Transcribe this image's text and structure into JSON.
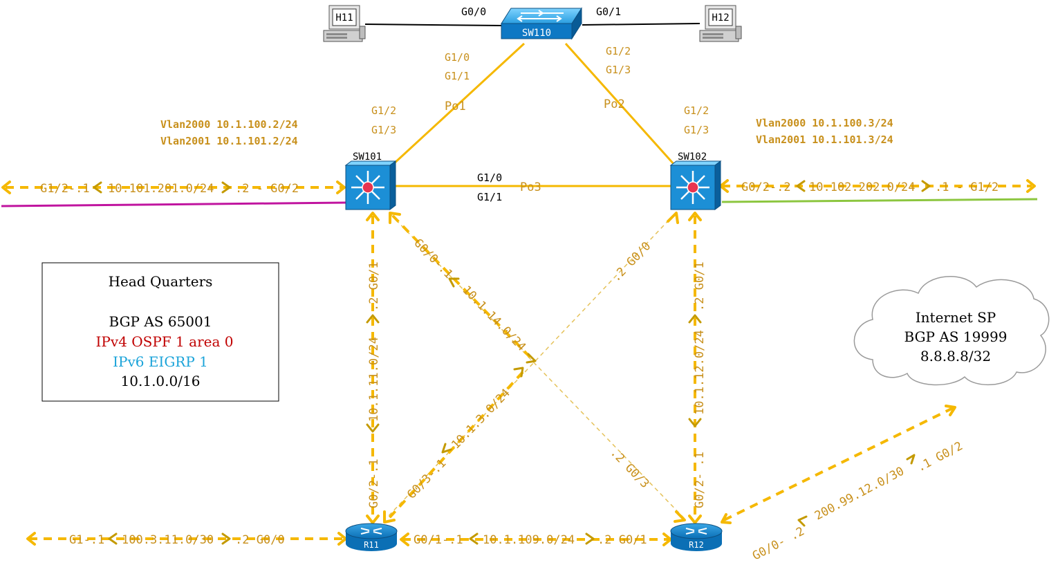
{
  "colors": {
    "link_gold": "#f5b800",
    "label_gold": "#c8901c",
    "arrow_gold": "#c49a00",
    "dash_gold": "#e5c25a",
    "magenta": "#c0149f",
    "green": "#8cc63f",
    "ospf_red": "#c00000",
    "eigrp_blue": "#1aa3d9"
  },
  "devices": {
    "h11": "H11",
    "h12": "H12",
    "sw110": "SW110",
    "sw101": "SW101",
    "sw102": "SW102",
    "r11": "R11",
    "r12": "R12"
  },
  "ports": {
    "sw110_g00": "G0/0",
    "sw110_g01": "G0/1",
    "sw110_g10": "G1/0",
    "sw110_g11": "G1/1",
    "sw110_g12": "G1/2",
    "sw110_g13": "G1/3",
    "po1": "Po1",
    "po2": "Po2",
    "po3": "Po3",
    "sw101_g12": "G1/2",
    "sw101_g13": "G1/3",
    "sw102_g12": "G1/2",
    "sw102_g13": "G1/3",
    "po3_g10": "G1/0",
    "po3_g11": "G1/1"
  },
  "vlans": {
    "sw101_v2000": "Vlan2000 10.1.100.2/24",
    "sw101_v2001": "Vlan2001 10.1.101.2/24",
    "sw102_v2000": "Vlan2000 10.1.100.3/24",
    "sw102_v2001": "Vlan2001 10.1.101.3/24"
  },
  "links": {
    "sw101_left": {
      "a": "G1/2-.1",
      "net": "10.101.201.0/24",
      "b": ".2 - G0/2"
    },
    "sw102_right": {
      "a": "G0/2-.2",
      "net": "10.102.202.0/24",
      "b": ".1 - G1/2"
    },
    "sw101_r11": {
      "top": ".2 G0/1",
      "net": "10.1.11.0/24",
      "bottom": "G0/2-.1"
    },
    "sw102_r12": {
      "top": ".2 G0/1",
      "net": "10.1.12.0/24",
      "bottom": "G0/2- .1"
    },
    "sw101_r12": {
      "top": "G0/0-.1",
      "net": "10.1.14.0/24",
      "bottom": ".2 G0/3"
    },
    "sw102_r11": {
      "top": ".2 G0/0",
      "net": "10.1.3.0/24",
      "bottom": "G0/3-.1"
    },
    "r11_r12": {
      "a": "G0/1-.1",
      "net": "10.1.109.0/24",
      "b": ".2 G0/1"
    },
    "r11_left": {
      "a": "G1-.1",
      "net": "100.3.11.0/30",
      "b": ".2 G0/0"
    },
    "r12_sp": {
      "a": "G0/0- .2",
      "net": "200.99.12.0/30",
      "b": ".1 G0/2"
    }
  },
  "hq_box": {
    "title": "Head Quarters",
    "bgp": "BGP AS 65001",
    "ospf": "IPv4 OSPF 1 area 0",
    "eigrp": "IPv6 EIGRP 1",
    "network": "10.1.0.0/16"
  },
  "cloud": {
    "line1": "Internet SP",
    "line2": "BGP AS 19999",
    "line3": "8.8.8.8/32"
  }
}
